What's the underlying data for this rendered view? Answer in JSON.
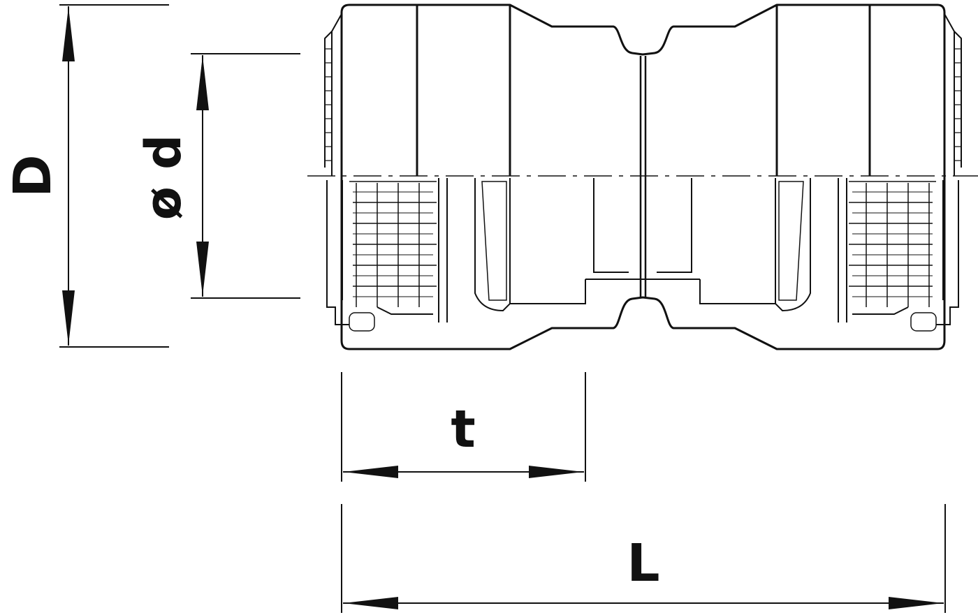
{
  "diagram": {
    "labels": {
      "outer_diameter": "D",
      "inner_diameter": "ø d",
      "insertion_depth": "t",
      "length": "L"
    },
    "colors": {
      "line": "#111111",
      "background": "#ffffff"
    }
  }
}
